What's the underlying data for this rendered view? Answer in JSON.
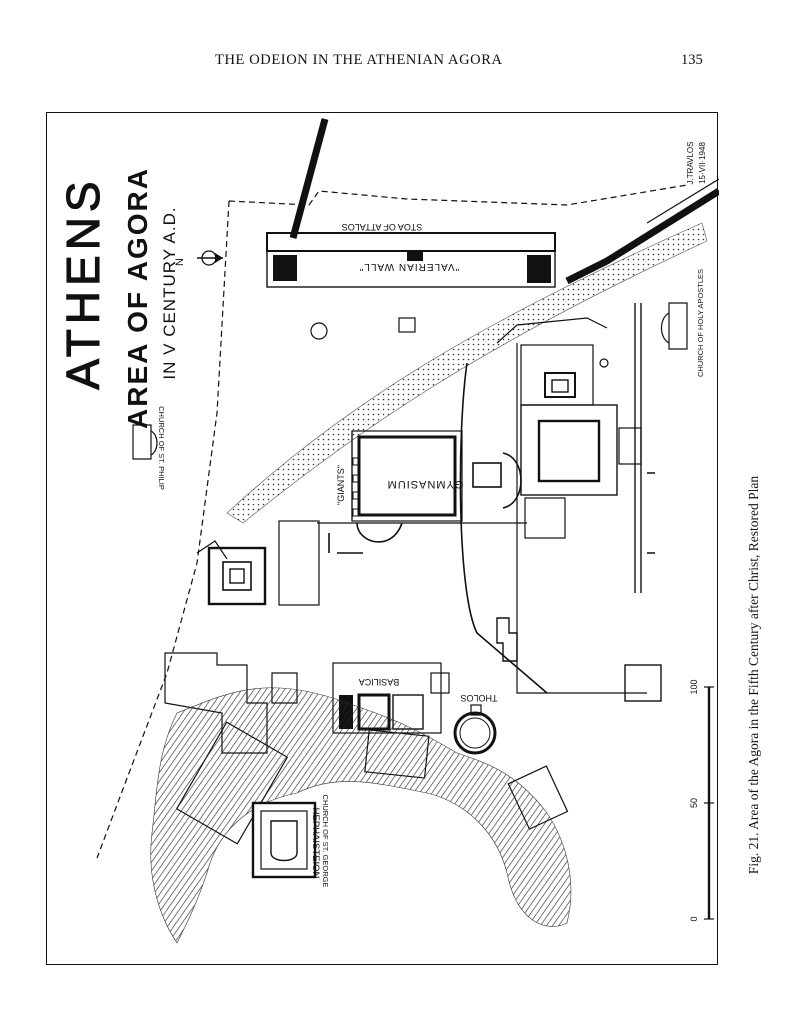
{
  "running_head": {
    "title": "THE ODEION IN THE ATHENIAN AGORA",
    "page_number": "135"
  },
  "plan": {
    "city": "ATHENS",
    "heading": "AREA OF AGORA",
    "period": "IN V CENTURY A.D.",
    "north_marker": "N",
    "signature_line1": "J.TRAVLOS",
    "signature_line2": "15·VII·1948",
    "labels": {
      "stoa": "STOA OF ATTALOS",
      "wall": "\"VALERIAN WALL\"",
      "church_philip": "CHURCH OF ST. PHILIP",
      "church_apostles": "CHURCH OF HOLY APOSTLES",
      "giants": "\"GIANTS\"",
      "gymnasium": "GYMNASIUM",
      "basilica": "BASILICA",
      "tholos": "THOLOS",
      "hephaisteion": "HEPHAISTEION",
      "church_george": "CHURCH OF ST. GEORGE"
    },
    "scale_ticks": [
      "0",
      "50",
      "100"
    ]
  },
  "caption": "Fig. 21. Area of the Agora in the Fifth Century after Christ, Restored Plan"
}
